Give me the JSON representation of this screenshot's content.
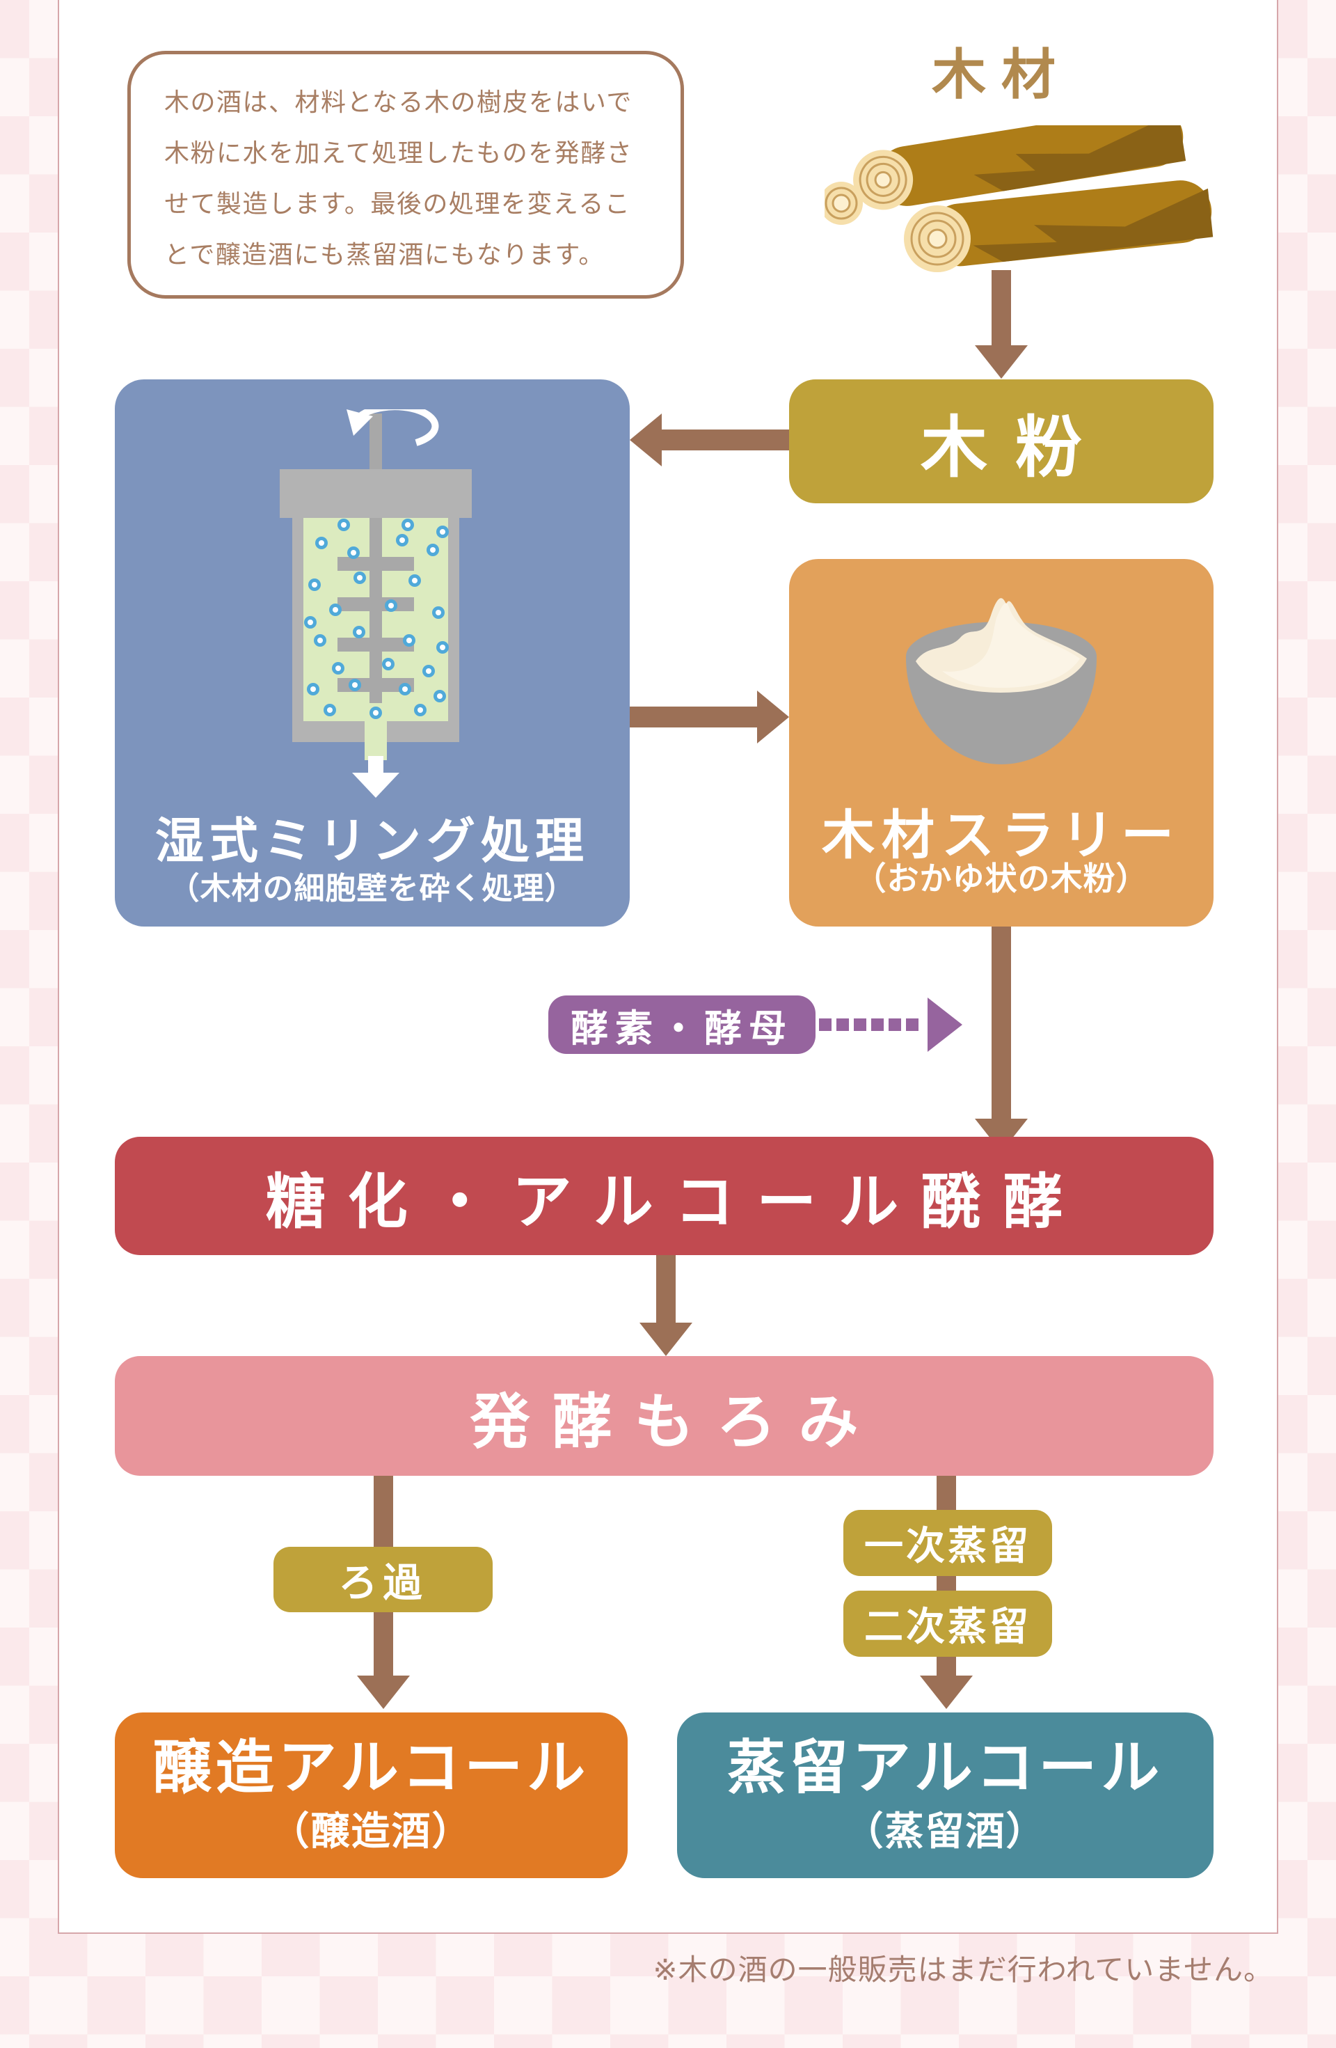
{
  "intro": {
    "lines": [
      "木の酒は、材料となる木の樹皮をはいで",
      "木粉に水を加えて処理したものを発酵さ",
      "せて製造します。最後の処理を変えるこ",
      "とで醸造酒にも蒸留酒にもなります。"
    ]
  },
  "flow": {
    "wood": "木材",
    "wood_powder": "木粉",
    "wet_milling": {
      "label": "湿式ミリング処理",
      "sublabel": "（木材の細胞壁を砕く処理）"
    },
    "slurry": {
      "label": "木材スラリー",
      "sublabel": "（おかゆ状の木粉）"
    },
    "enzyme_yeast": "酵素・酵母",
    "saccharification": "糖化・アルコール醗酵",
    "fermented_mash": "発酵もろみ",
    "filtration": "ろ過",
    "first_distillation": "一次蒸留",
    "second_distillation": "二次蒸留",
    "brewed_alcohol": {
      "label": "醸造アルコール",
      "sublabel": "（醸造酒）"
    },
    "distilled_alcohol": {
      "label": "蒸留アルコール",
      "sublabel": "（蒸留酒）"
    }
  },
  "footer": {
    "note": "※木の酒の一般販売はまだ行われていません。"
  },
  "colors": {
    "background_checker_dark": "#fbe9eb",
    "background_checker_light": "#fef6f6",
    "panel_border": "#d6a6aa",
    "intro_text": "#a87e63",
    "wood_title": "#b1894e",
    "arrow_brown": "#9c7056",
    "gold_box": "#bfa23a",
    "blue_box": "#7d94bd",
    "orange_box": "#e2a15b",
    "purple_box": "#96649e",
    "red_box": "#c14a50",
    "pink_box": "#e8959b",
    "deep_orange_box": "#e17a24",
    "teal_box": "#4b8b9b",
    "footer_text": "#a57d6f"
  }
}
